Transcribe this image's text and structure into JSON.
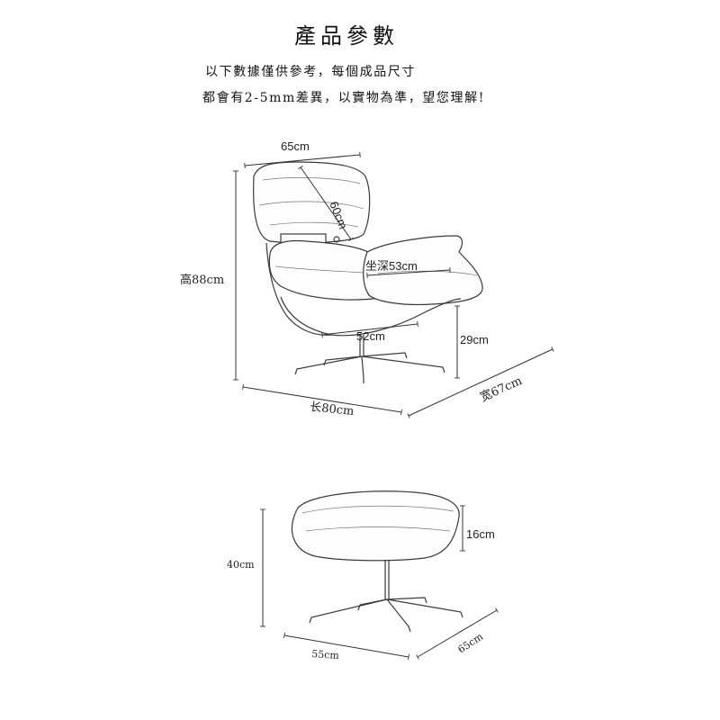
{
  "header": {
    "title": "產品參數",
    "note_line1": "以下數據僅供參考，每個成品尺寸",
    "note_line2": "都會有2-5mm差異，以實物為準，望您理解!"
  },
  "chair": {
    "top_width": "65cm",
    "back_depth": "60cm",
    "seat_depth": "坐深53cm",
    "seat_width": "52cm",
    "seat_height": "29cm",
    "height": "高88cm",
    "length": "长80cm",
    "width": "宽67cm"
  },
  "ottoman": {
    "cushion_height": "16cm",
    "height": "40cm",
    "length": "55cm",
    "width": "65cm"
  }
}
